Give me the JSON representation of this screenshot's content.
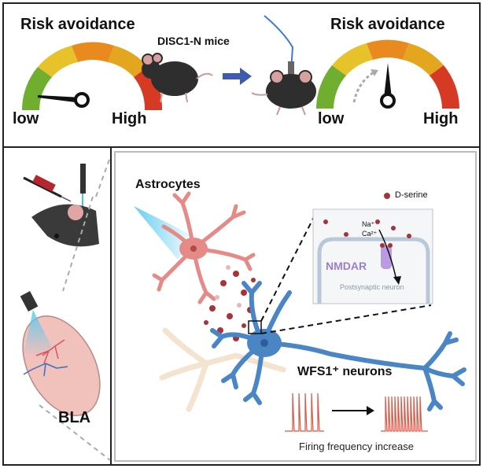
{
  "top_panel": {
    "left_title": "Risk avoidance",
    "right_title": "Risk avoidance",
    "left_low": "low",
    "left_high": "High",
    "right_low": "low",
    "right_high": "High",
    "mice_label": "DISC1-N mice"
  },
  "left_panel": {
    "region_label": "BLA"
  },
  "main_panel": {
    "astrocytes_label": "Astrocytes",
    "dserine_label": "D-serine",
    "na_label": "Na⁺",
    "ca_label": "Ca²⁺",
    "nmdar_label": "NMDAR",
    "postsynaptic_label": "Postsynaptic neuron",
    "neuron_label": "WFS1⁺  neurons",
    "firing_label": "Firing frequency increase"
  },
  "colors": {
    "gauge_green": "#6fae2e",
    "gauge_yellow": "#e7c22a",
    "gauge_orange": "#e98a1f",
    "gauge_red": "#d63a24",
    "astrocyte": "#e58a86",
    "neuron": "#4a86c5",
    "dserine": "#a8323a",
    "nmdar": "#b89be0",
    "firing": "#e05545",
    "light_beam": "#57c9f0"
  },
  "gauges": {
    "before_level": 0.05,
    "after_level": 0.52
  }
}
